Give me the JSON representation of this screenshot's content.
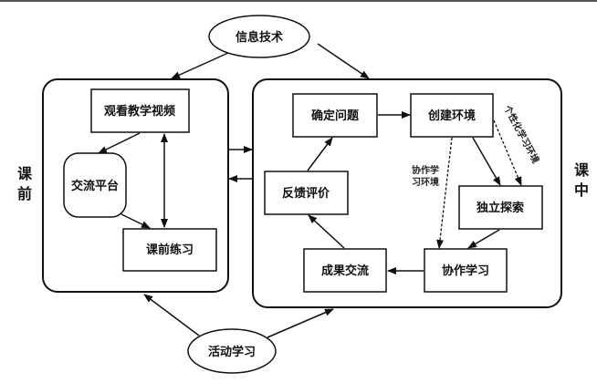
{
  "diagram": {
    "title": "课前-课中 教学流程",
    "top_driver": {
      "label": "信息技术"
    },
    "bottom_driver": {
      "label": "活动学习"
    },
    "phases": {
      "pre_class": {
        "label_line1": "课",
        "label_line2": "前",
        "nodes": {
          "watch_video": "观看教学视频",
          "exchange_platform": "交流平台",
          "pre_exercise": "课前练习"
        }
      },
      "in_class": {
        "label_line1": "课",
        "label_line2": "中",
        "nodes": {
          "define_problem": "确定问题",
          "create_environment": "创建环境",
          "independent_exploration": "独立探索",
          "collaborative_learning": "协作学习",
          "result_exchange": "成果交流",
          "feedback_evaluation": "反馈评价"
        },
        "edge_labels": {
          "collab_env_line1": "协作学",
          "collab_env_line2": "习环境",
          "personal_env": "个性化学习环境"
        }
      }
    },
    "edges": [
      {
        "from": "信息技术",
        "to": "课前",
        "style": "solid"
      },
      {
        "from": "信息技术",
        "to": "课中",
        "style": "solid"
      },
      {
        "from": "活动学习",
        "to": "课前",
        "style": "solid"
      },
      {
        "from": "活动学习",
        "to": "课中",
        "style": "solid"
      },
      {
        "from": "课前",
        "to": "课中",
        "style": "solid"
      },
      {
        "from": "课中",
        "to": "课前",
        "style": "solid"
      },
      {
        "from": "观看教学视频",
        "to": "交流平台",
        "style": "solid"
      },
      {
        "from": "交流平台",
        "to": "课前练习",
        "style": "solid"
      },
      {
        "from": "观看教学视频",
        "to": "课前练习",
        "style": "solid-bidirectional"
      },
      {
        "from": "确定问题",
        "to": "创建环境",
        "style": "solid"
      },
      {
        "from": "创建环境",
        "to": "独立探索",
        "style": "solid"
      },
      {
        "from": "创建环境",
        "to": "独立探索",
        "style": "dashed",
        "label": "个性化学习环境"
      },
      {
        "from": "创建环境",
        "to": "协作学习",
        "style": "dashed",
        "label": "协作学习环境"
      },
      {
        "from": "独立探索",
        "to": "协作学习",
        "style": "solid"
      },
      {
        "from": "协作学习",
        "to": "成果交流",
        "style": "solid"
      },
      {
        "from": "成果交流",
        "to": "反馈评价",
        "style": "solid"
      },
      {
        "from": "反馈评价",
        "to": "确定问题",
        "style": "solid"
      }
    ]
  }
}
